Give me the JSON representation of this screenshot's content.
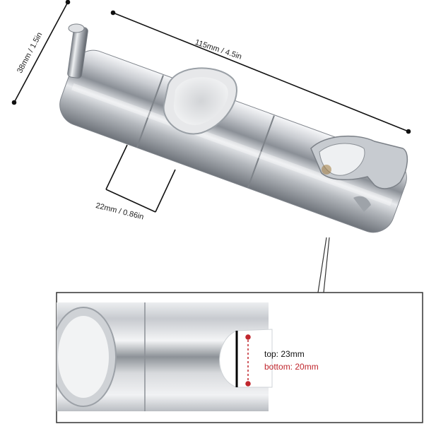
{
  "labels": {
    "length": "115mm / 4.5in",
    "height": "38mm / 1.5in",
    "hole": "22mm / 0.86in",
    "inset_top": "top: 23mm",
    "inset_bottom": "bottom: 20mm"
  },
  "colors": {
    "accent_red": "#c0262d",
    "text": "#222222"
  }
}
